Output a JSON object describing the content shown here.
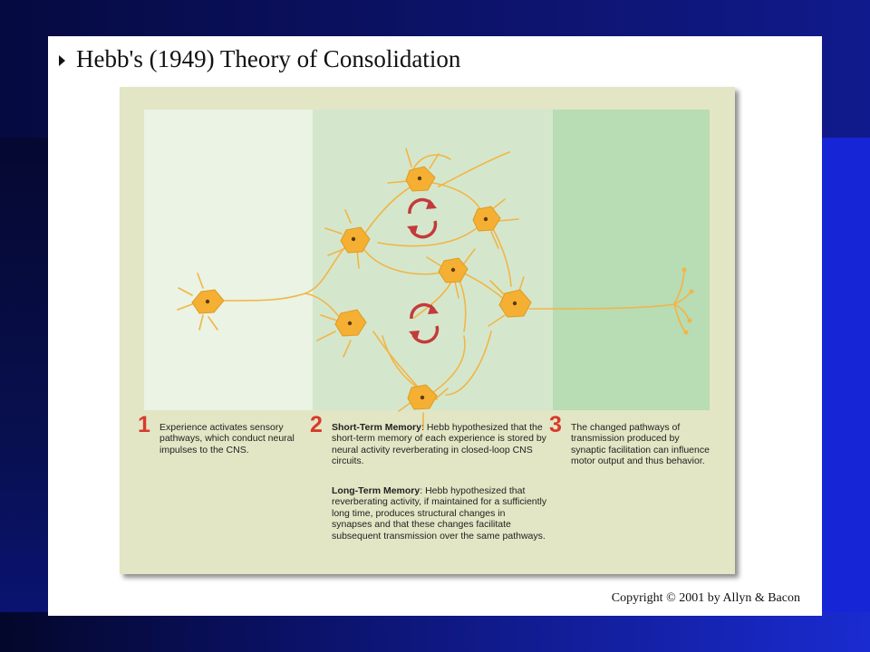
{
  "slide": {
    "title": "Hebb's (1949) Theory of Consolidation",
    "copyright": "Copyright © 2001 by Allyn & Bacon"
  },
  "steps": [
    {
      "number": "1",
      "text": "Experience activates sensory pathways, which conduct neural impulses to the CNS."
    },
    {
      "number": "2",
      "heading": "Short-Term Memory",
      "text": ":  Hebb hypothesized that the short-term memory of each experience is stored by neural activity reverberating in closed-loop CNS circuits."
    },
    {
      "number": "3",
      "text": "The changed pathways of transmission produced by synaptic facilitation can influence motor output and thus behavior."
    }
  ],
  "long_term": {
    "heading": "Long-Term Memory",
    "text": ":  Hebb hypothesized that reverberating activity, if maintained for a sufficiently long time, produces structural changes in synapses and that these changes facilitate subsequent transmission over the same pathways."
  },
  "colors": {
    "neuron": "#f5b033",
    "axon": "#f2b545",
    "loop_arrow": "#c43a3a",
    "step_number": "#d83a2c"
  }
}
